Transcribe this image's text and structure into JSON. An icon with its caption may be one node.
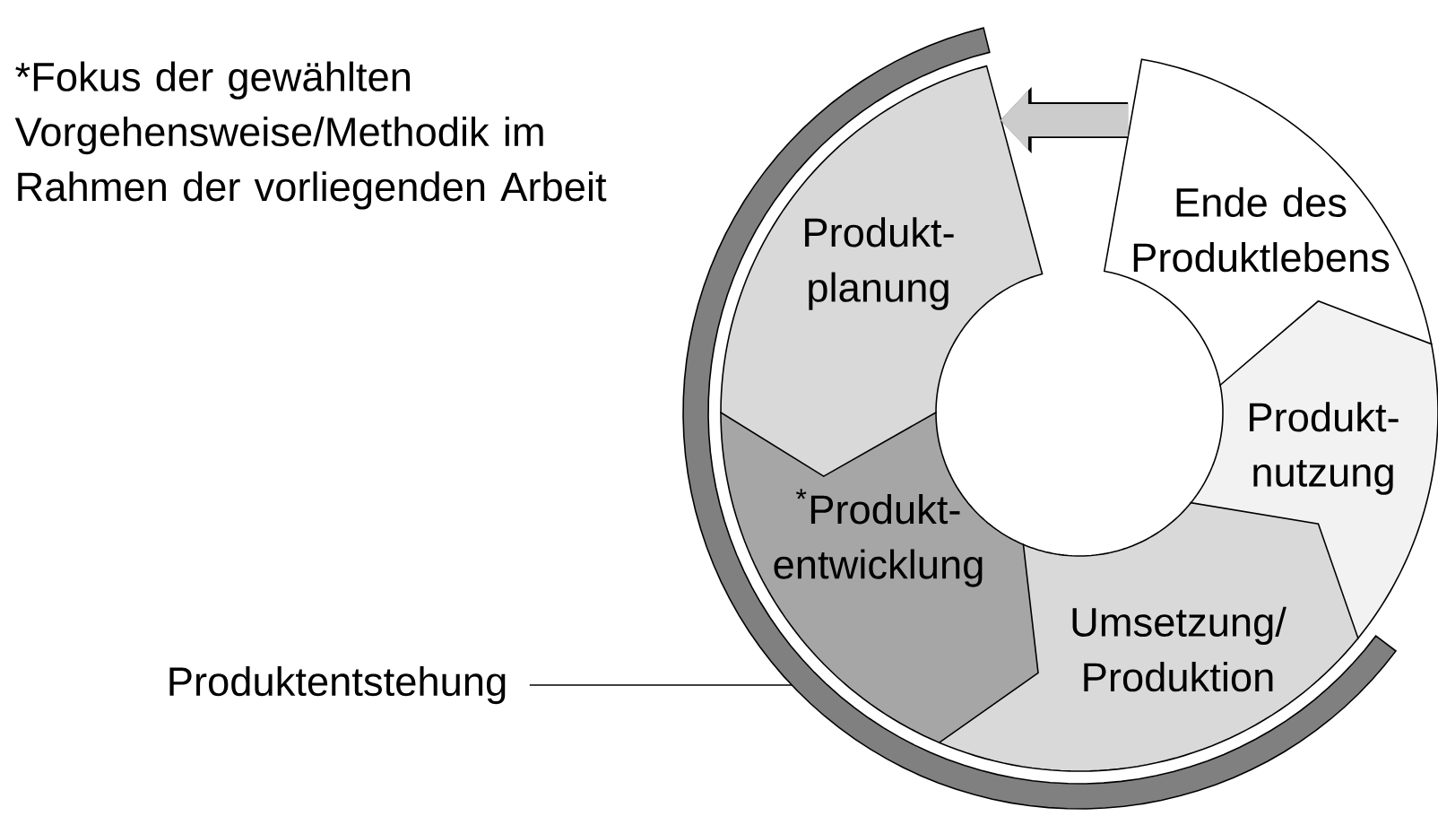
{
  "diagram": {
    "nodes": [
      {
        "text": [
          "Produkt- planung"
        ]
      },
      {
        "text": [
          "$^{*}$Produkt- entwicklung"
        ]
      },
      {
        "text": [
          "Umsetzung/ Produktion"
        ]
      },
      {
        "text": [
          "Produkt- nutzung"
        ]
      },
      {
        "text": [
          "Ende des Produktlebens"
        ]
      },
      {
        "text": [
          "Produktentstehung"
        ]
      },
      {
        "text": [],
        "shape": "bar"
      }
    ],
    "edges": [
      {
        "from": 4,
        "to": 0,
        "arrow": "to",
        "style": "thick"
      },
      {
        "from": 5,
        "to": 6,
        "arrow": "none",
        "color": "#000000"
      }
    ],
    "labels": [
      "*Fokus der gewählten Vorgehensweise/Methodik im Rahmen der vorliegenden Arbeit"
    ]
  }
}
